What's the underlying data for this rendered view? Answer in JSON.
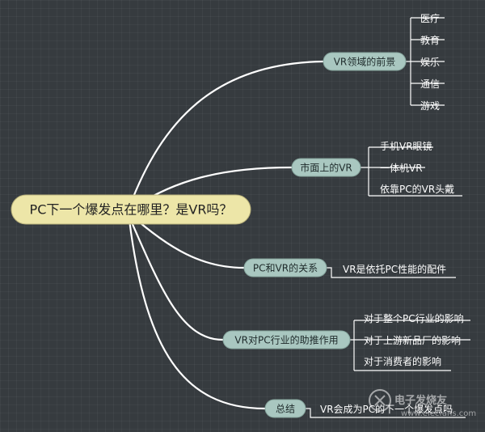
{
  "central": "PC下一个爆发点在哪里？是VR吗？",
  "branches": [
    {
      "label": "VR领域的前景",
      "children": [
        "医疗",
        "教育",
        "娱乐",
        "通信",
        "游戏"
      ]
    },
    {
      "label": "市面上的VR",
      "children": [
        "手机VR眼镜",
        "一体机VR",
        "依靠PC的VR头戴"
      ]
    },
    {
      "label": "PC和VR的关系",
      "children": [
        "VR是依托PC性能的配件"
      ]
    },
    {
      "label": "VR对PC行业的助推作用",
      "children": [
        "对于整个PC行业的影响",
        "对于上游新品厂的影响",
        "对于消费者的影响"
      ]
    },
    {
      "label": "总结",
      "children": [
        "VR会成为PC的下一个爆发点吗"
      ]
    }
  ],
  "watermark": {
    "brand": "电子发烧友",
    "url": "www.elecfans.com"
  },
  "colors": {
    "background": "#363b3f",
    "central_fill": "#ede6a8",
    "branch_fill": "#a9c7c0",
    "connector": "#ffffff",
    "leaf_text": "#ffffff"
  }
}
